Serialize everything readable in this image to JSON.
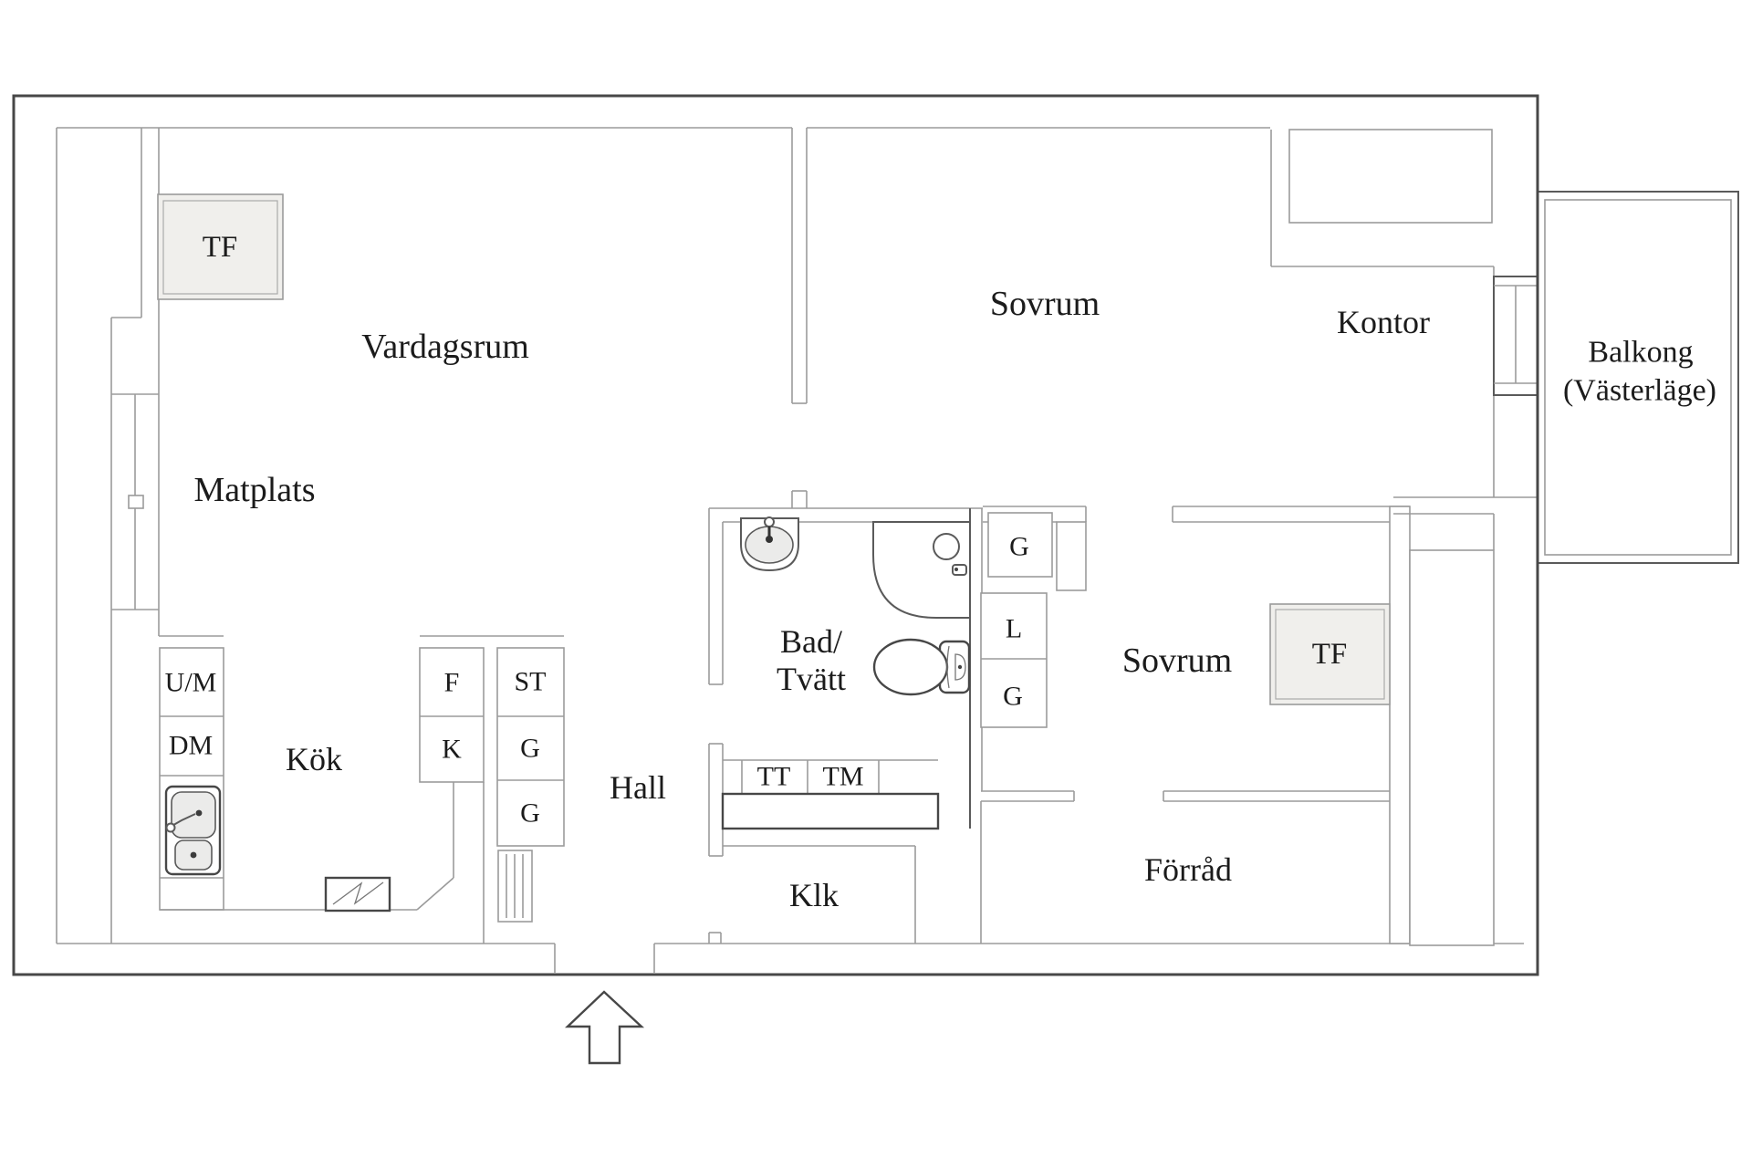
{
  "rooms": {
    "vardagsrum": "Vardagsrum",
    "matplats": "Matplats",
    "kok": "Kök",
    "hall": "Hall",
    "bad_line1": "Bad/",
    "bad_line2": "Tvätt",
    "klk": "Klk",
    "sovrum_top": "Sovrum",
    "sovrum_right": "Sovrum",
    "kontor": "Kontor",
    "forrad": "Förråd",
    "balkong_line1": "Balkong",
    "balkong_line2": "(Västerläge)"
  },
  "units": {
    "tf_livingroom": "TF",
    "tf_bedroom": "TF",
    "um": "U/M",
    "dm": "DM",
    "f": "F",
    "k": "K",
    "st": "ST",
    "g_kitchen_1": "G",
    "g_kitchen_2": "G",
    "g_bath_top": "G",
    "l_closet": "L",
    "g_closet": "G",
    "tt": "TT",
    "tm": "TM"
  },
  "colors": {
    "wall": "#9b9b9b",
    "mid": "#5a5a5a",
    "dark": "#474747",
    "unit": "#f0efec",
    "basin": "#ebebea",
    "text": "#1b1b1b",
    "bg": "#ffffff"
  }
}
